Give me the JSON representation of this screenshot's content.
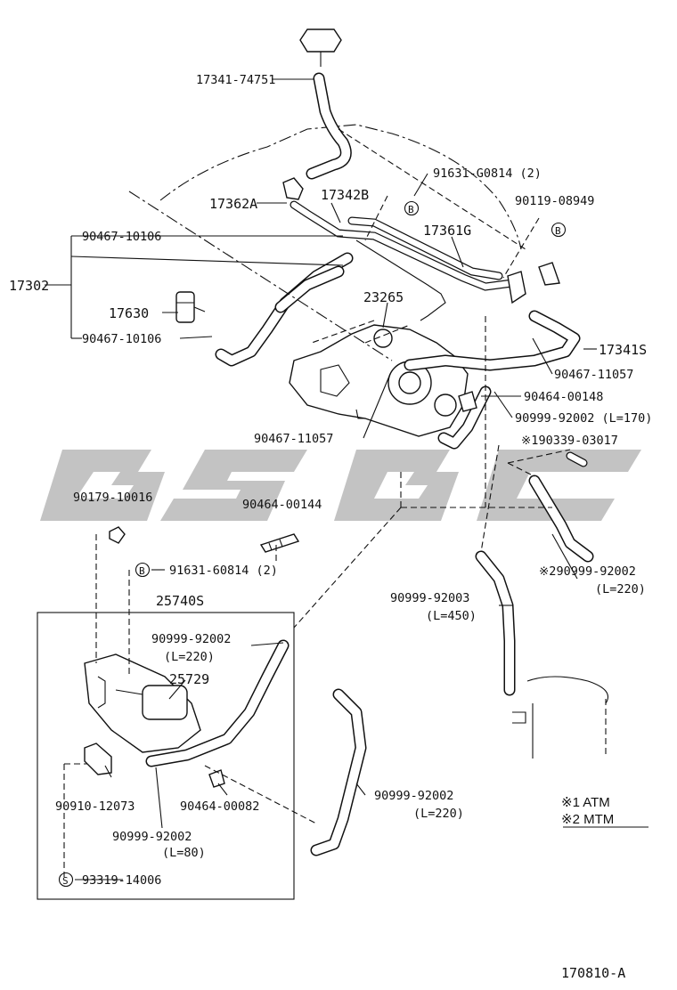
{
  "diagram": {
    "watermark": "GSGC",
    "figure_number": "170810-A",
    "legend": {
      "atm": "※1 ATM",
      "mtm": "※2 MTM"
    },
    "parts": {
      "p_17341_74751": "17341-74751",
      "p_91631_g0814": "91631-G0814 (2)",
      "p_17362a": "17362A",
      "p_17342b": "17342B",
      "p_90119_08949": "90119-08949",
      "p_90467_10106_top": "90467-10106",
      "p_17361g": "17361G",
      "p_17302": "17302",
      "p_23265": "23265",
      "p_17630": "17630",
      "p_90467_10106_bot": "90467-10106",
      "p_17341s": "17341S",
      "p_90467_11057_right": "90467-11057",
      "p_90464_00148": "90464-00148",
      "p_90999_92002_l170": "90999-92002 (L=170)",
      "p_90467_11057_left": "90467-11057",
      "p_190339_03017": "※190339-03017",
      "p_90179_10016": "90179-10016",
      "p_90464_00144": "90464-00144",
      "p_91631_60814": "91631-60814 (2)",
      "p_290999_92002": "※290999-92002",
      "p_290999_92002_len": "(L=220)",
      "p_25740s": "25740S",
      "p_90999_92003": "90999-92003",
      "p_90999_92003_len": "(L=450)",
      "p_90999_92002_box": "90999-92002",
      "p_90999_92002_box_len": "(L=220)",
      "p_25729": "25729",
      "p_90999_92002_right": "90999-92002",
      "p_90999_92002_right_len": "(L=220)",
      "p_90910_12073": "90910-12073",
      "p_90464_00082": "90464-00082",
      "p_90999_92002_l80": "90999-92002",
      "p_90999_92002_l80_len": "(L=80)",
      "p_93319_14006": "93319-14006"
    },
    "symbols": {
      "b": "B",
      "s": "S"
    }
  }
}
